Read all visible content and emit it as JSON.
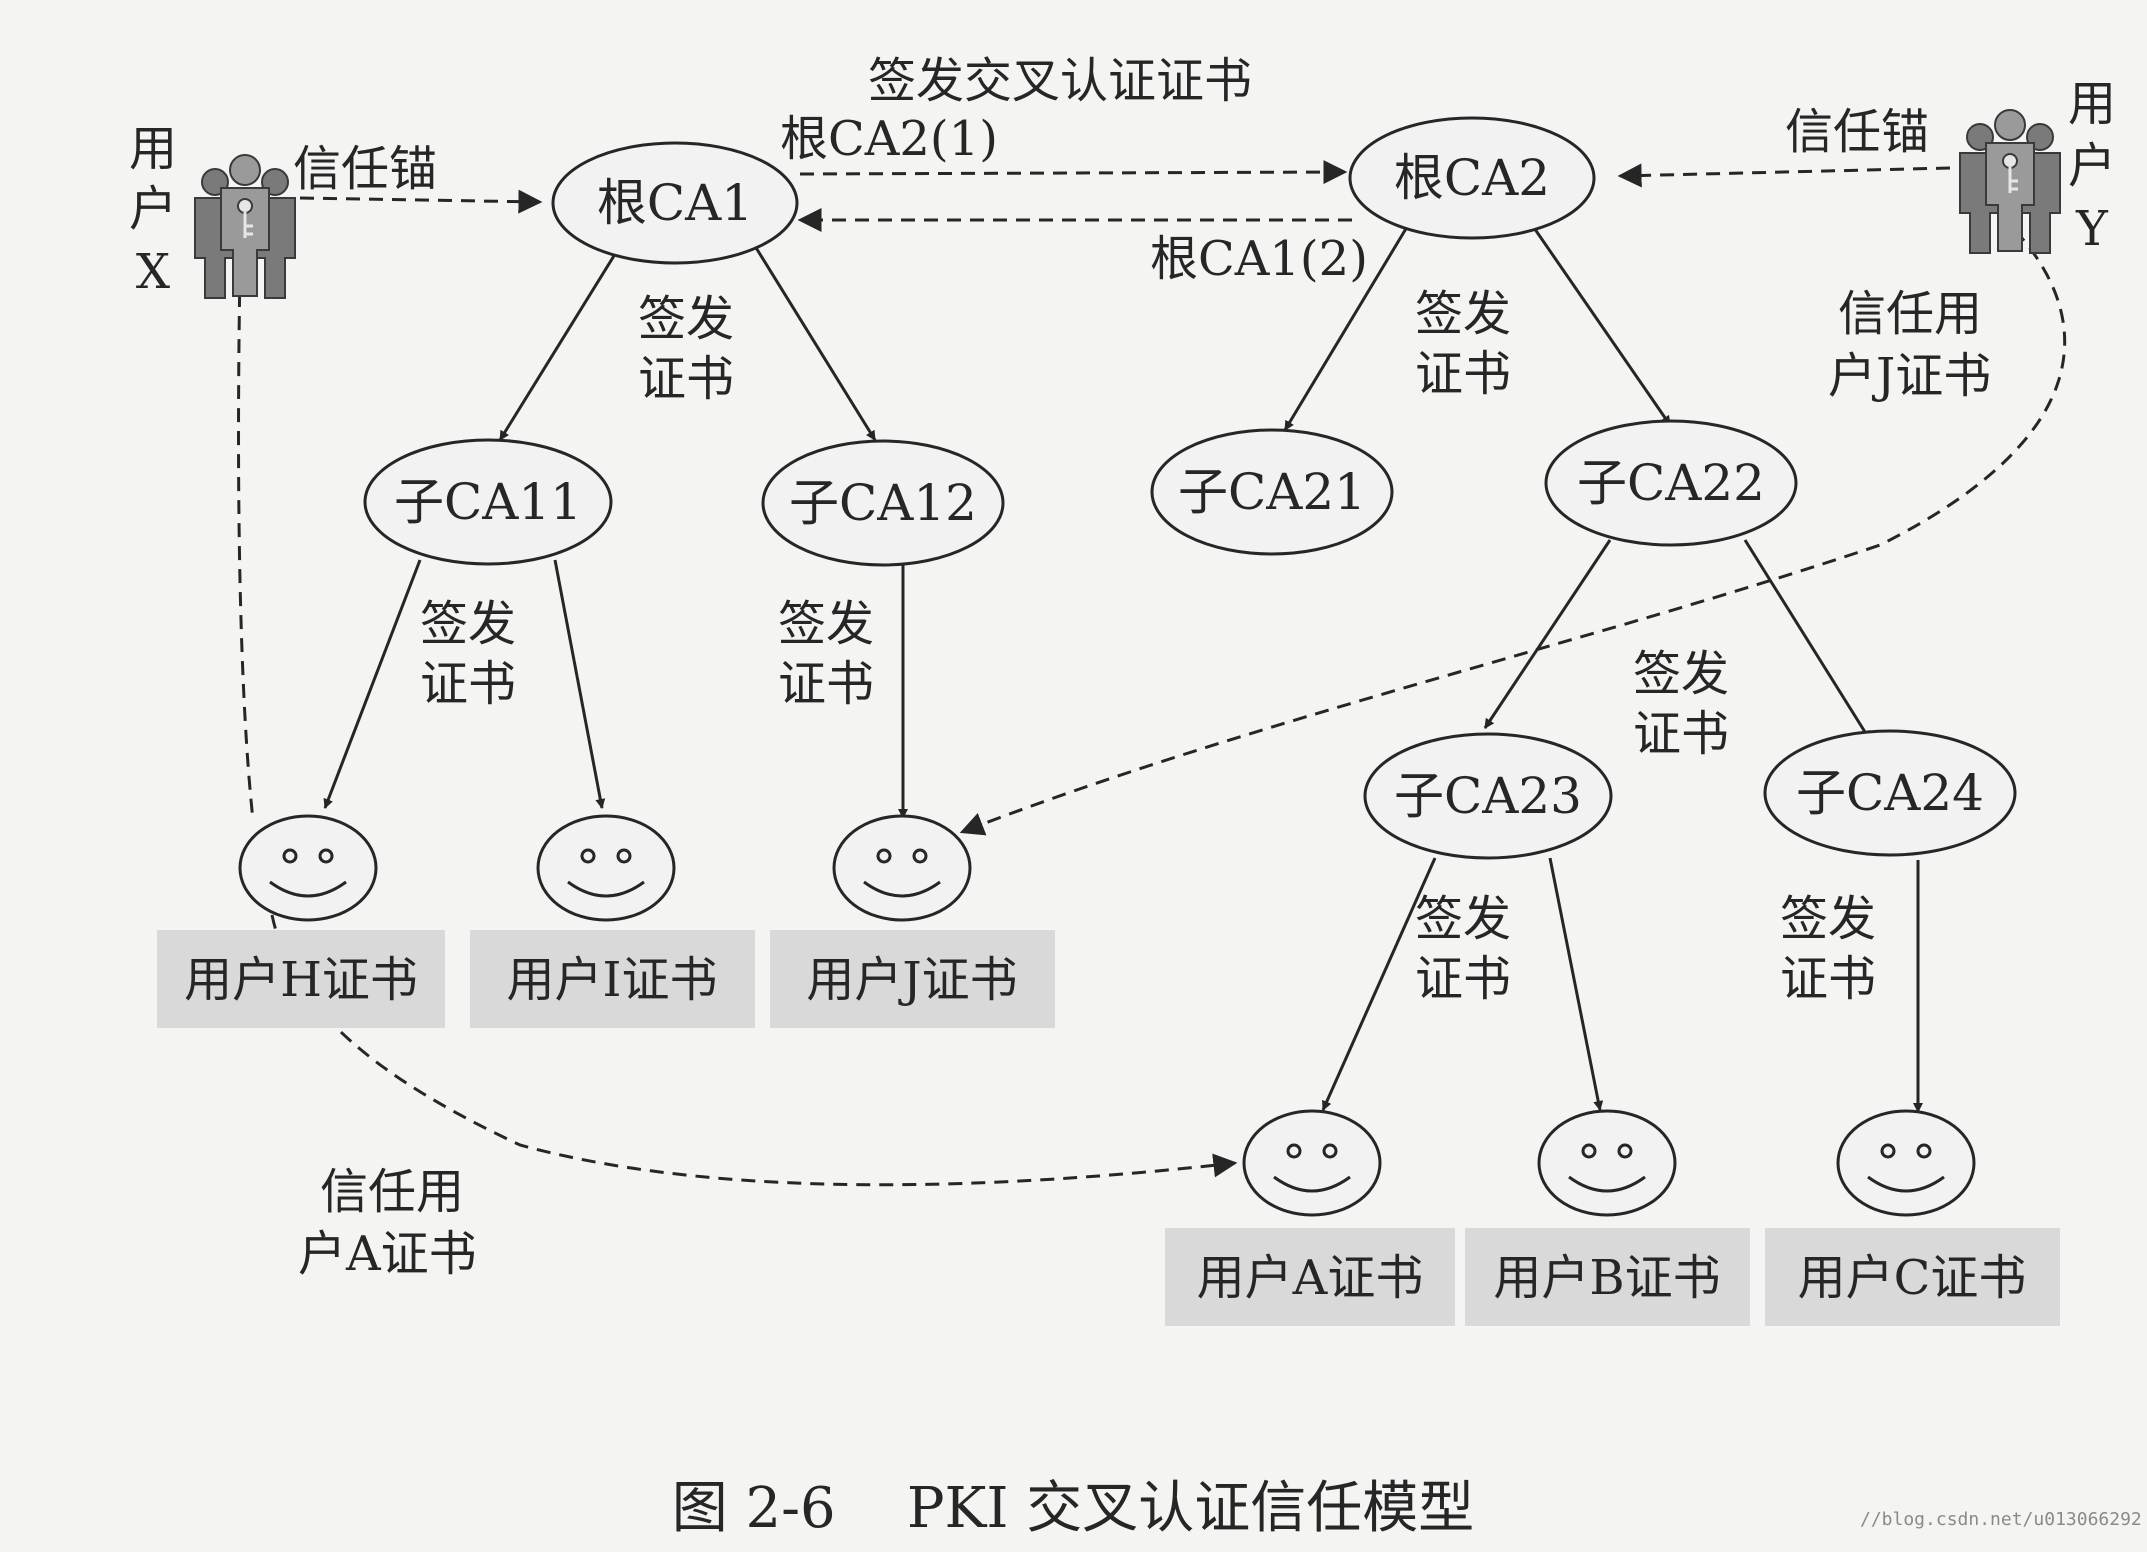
{
  "users": {
    "x": {
      "line1": "用",
      "line2": "户",
      "line3": "X"
    },
    "y": {
      "line1": "用",
      "line2": "户",
      "line3": "Y"
    }
  },
  "labels": {
    "trust_anchor_left": "信任锚",
    "trust_anchor_right": "信任锚",
    "cross_title": "签发交叉认证证书",
    "root_ca2_1": "根CA2(1)",
    "root_ca1_2": "根CA1(2)",
    "issue_line1": "签发",
    "issue_line2": "证书",
    "trust_j_line1": "信任用",
    "trust_j_line2": "户J证书",
    "trust_a_line1": "信任用",
    "trust_a_line2": "户A证书"
  },
  "nodes": {
    "root_ca1": "根CA1",
    "root_ca2": "根CA2",
    "sub_ca11": "子CA11",
    "sub_ca12": "子CA12",
    "sub_ca21": "子CA21",
    "sub_ca22": "子CA22",
    "sub_ca23": "子CA23",
    "sub_ca24": "子CA24"
  },
  "certs": {
    "h": "用户H证书",
    "i": "用户I证书",
    "j": "用户J证书",
    "a": "用户A证书",
    "b": "用户B证书",
    "c": "用户C证书"
  },
  "caption": "图 2-6    PKI 交叉认证信任模型",
  "watermark": "//blog.csdn.net/u013066292",
  "colors": {
    "ink": "#262626",
    "node_fill": "#f2f2f2",
    "cert_fill": "#d9d9d9",
    "background": "#f4f4f2"
  }
}
